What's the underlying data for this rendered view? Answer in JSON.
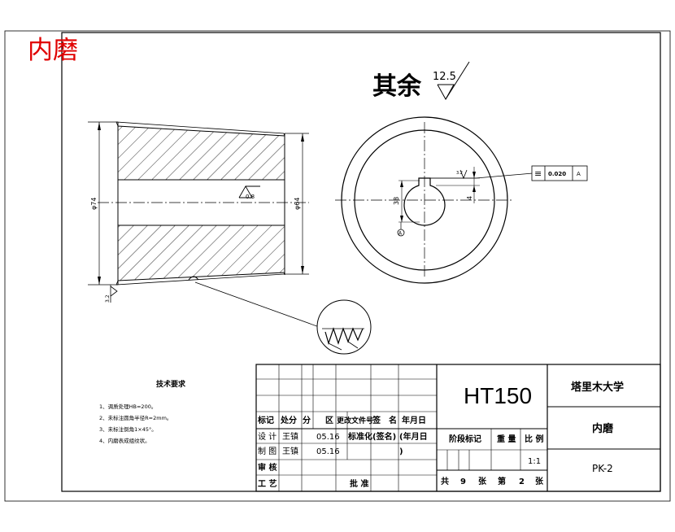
{
  "corner_label": "内磨",
  "surface_finish": {
    "prefix": "其余",
    "value": "12.5"
  },
  "dims": {
    "outer_left": "φ74",
    "outer_right": "φ64",
    "bore_roughness": "0.8",
    "side_roughness": "3.2",
    "hole_dia": "38",
    "keyway_depth": "4",
    "keyway_roughness": "3.2"
  },
  "tolerance_frame": {
    "symbol": "≡",
    "value": "0.020",
    "datum": "A"
  },
  "datum_label": "A",
  "tech_req": {
    "title": "技术要求",
    "items": [
      "1、调质处理HB=200。",
      "2、未标注圆角半径R=2mm。",
      "3、未标注倒角1×45°。",
      "4、内磨表成组纹状。"
    ]
  },
  "title_block": {
    "material": "HT150",
    "school": "塔里木大学",
    "part_name": "内磨",
    "drawing_no": "PK-2",
    "header_row": [
      "标记",
      "处分",
      "分",
      "区",
      "更改文件号",
      "签",
      "名",
      "年月日"
    ],
    "row_design": [
      "设 计",
      "王镇",
      "05.16",
      "标准化",
      "(签名)",
      "(年月日",
      ")"
    ],
    "row_draw": [
      "制 图",
      "王镇",
      "05.16"
    ],
    "row_check": "审 核",
    "row_process": "工 艺",
    "approve": "批 准",
    "stage_mark": "阶段标记",
    "weight": "重 量",
    "scale_label": "比 例",
    "scale": "1:1",
    "sheets": [
      "共",
      "9",
      "张",
      "第",
      "2",
      "张"
    ]
  }
}
